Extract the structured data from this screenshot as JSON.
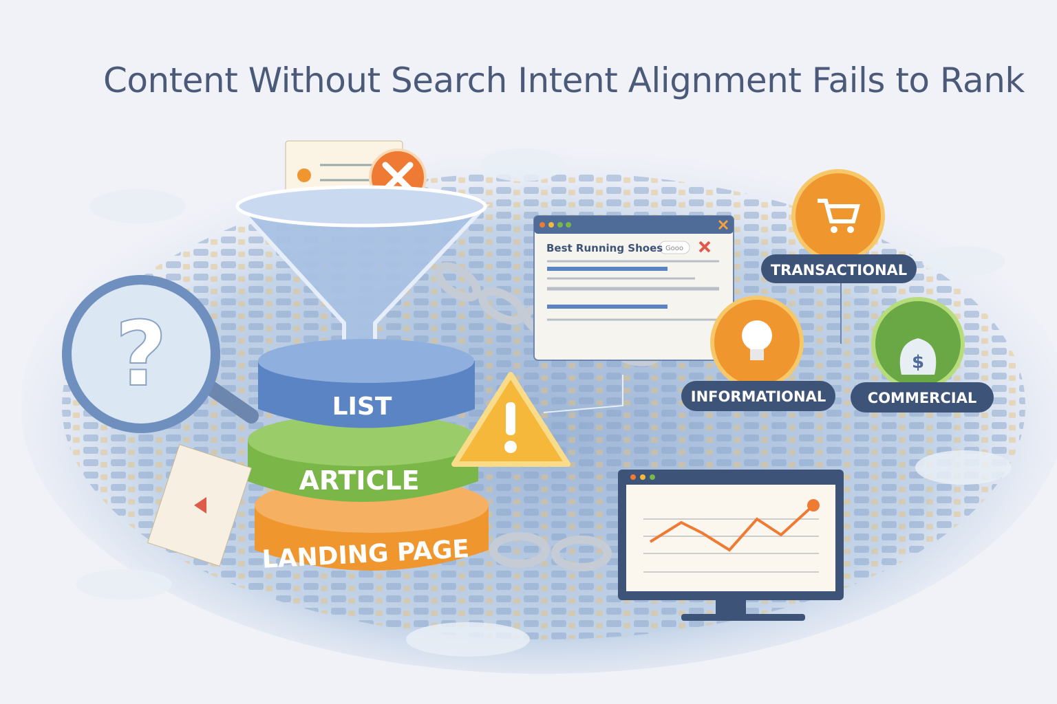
{
  "title": "Content Without Search Intent Alignment Fails to Rank",
  "content_types": {
    "list": "LIST",
    "article": "ARTICLE",
    "landing_page": "LANDING PAGE"
  },
  "serp_window": {
    "query": "Best Running Shoes",
    "search_pill": "Gooo"
  },
  "intents": {
    "transactional": "TRANSACTIONAL",
    "informational": "INFORMATIONAL",
    "commercial": "COMMERCIAL"
  },
  "icons": [
    "question-magnifier-icon",
    "funnel-icon",
    "reject-x-icon",
    "warning-icon",
    "chain-icon",
    "cart-icon",
    "lightbulb-icon",
    "money-bag-icon",
    "monitor-chart-icon"
  ],
  "colors": {
    "blue": "#5b84c4",
    "green": "#7ab648",
    "orange": "#f0962e",
    "navy": "#3d5478",
    "red": "#e05a4a"
  }
}
